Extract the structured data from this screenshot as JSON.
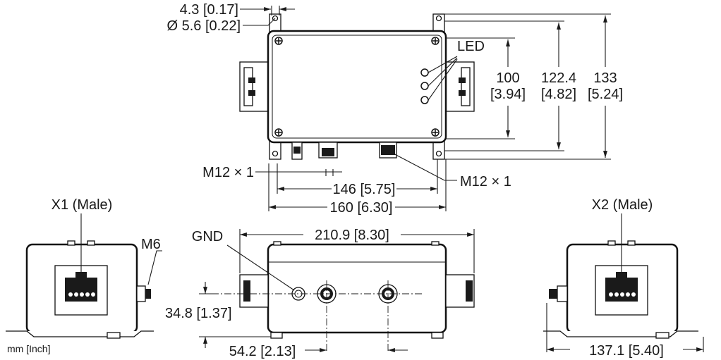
{
  "labels": {
    "slot_width": "4.3 [0.17]",
    "hole_dia": "Ø 5.6 [0.22]",
    "led": "LED",
    "h_100": "100",
    "h_100_in": "[3.94]",
    "h_122": "122.4",
    "h_122_in": "[4.82]",
    "h_133": "133",
    "h_133_in": "[5.24]",
    "m12_left": "M12 × 1",
    "m12_right": "M12 × 1",
    "w_146": "146 [5.75]",
    "w_160": "160 [6.30]",
    "x1": "X1 (Male)",
    "m6": "M6",
    "gnd": "GND",
    "w_210": "210.9 [8.30]",
    "x2": "X2 (Male)",
    "h_34": "34.8 [1.37]",
    "w_54": "54.2 [2.13]",
    "w_137": "137.1 [5.40]",
    "units": "mm [Inch]"
  }
}
